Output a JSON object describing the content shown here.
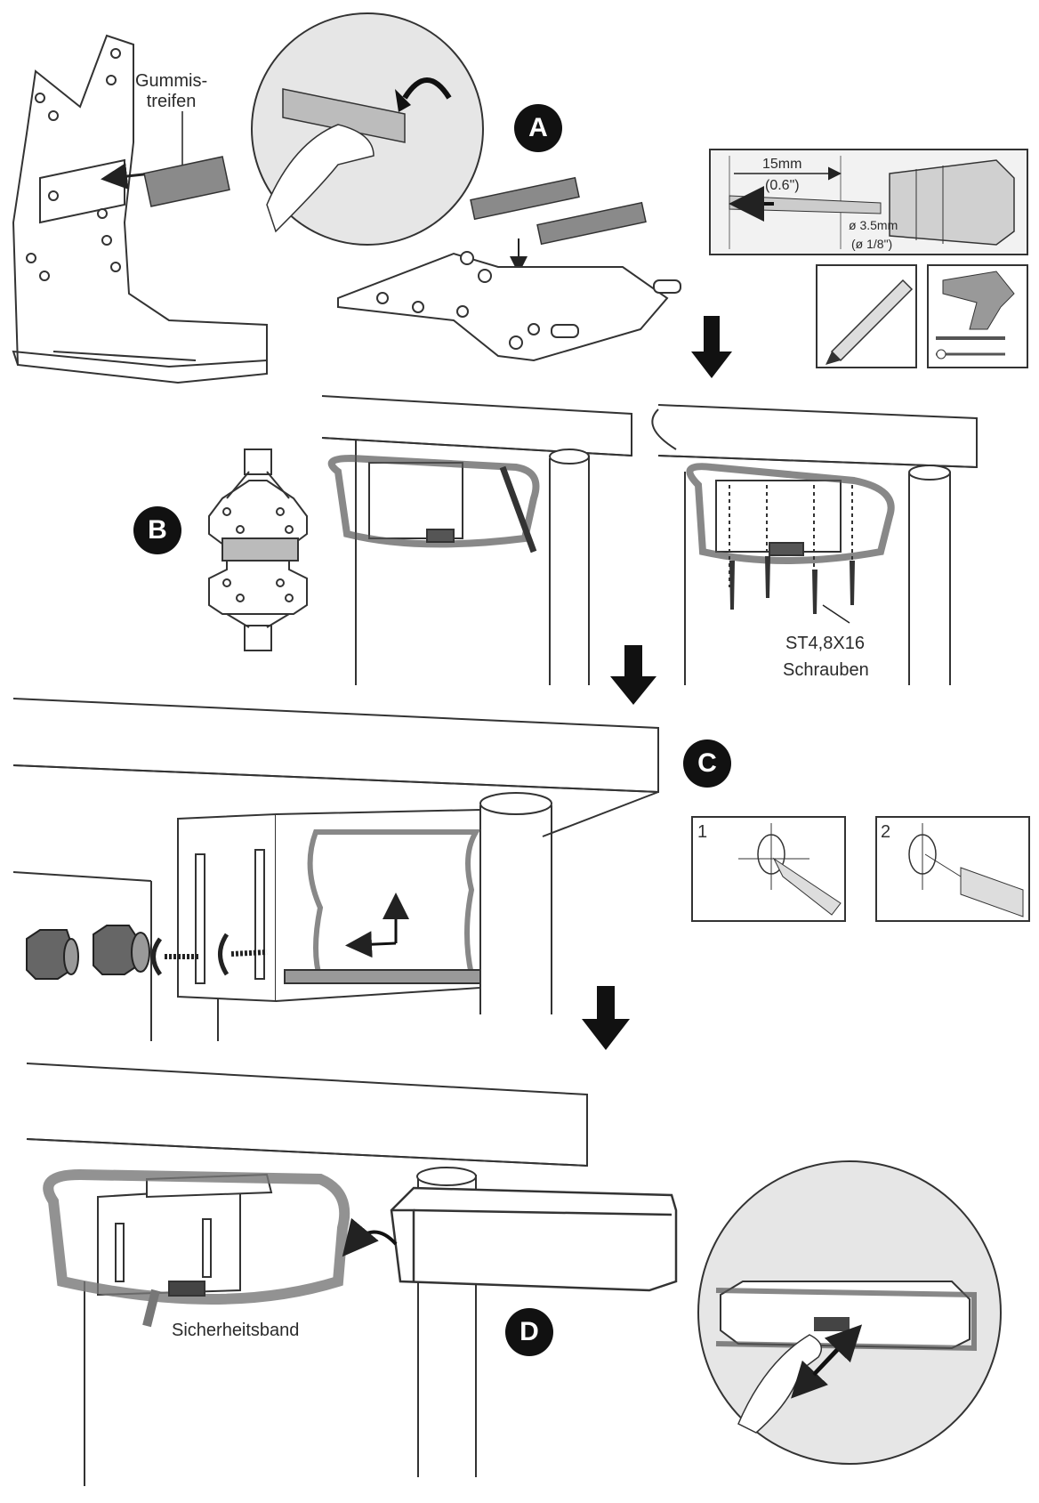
{
  "steps": {
    "a": "A",
    "b": "B",
    "c": "C",
    "d": "D"
  },
  "labels": {
    "rubber_strip": "Gummis-\ntreifen",
    "drill_depth_mm": "15mm",
    "drill_depth_in": "(0.6\")",
    "drill_diameter_mm": "ø 3.5mm",
    "drill_diameter_in": "(ø 1/8\")",
    "screw_spec": "ST4,8X16",
    "screws": "Schrauben",
    "safety_strap": "Sicherheitsband"
  },
  "substeps": {
    "one": "1",
    "two": "2"
  },
  "icons": {
    "rotate": "curved-arrow-icon",
    "down": "down-arrow-icon",
    "pencil": "pencil-icon",
    "drill": "drill-icon"
  }
}
